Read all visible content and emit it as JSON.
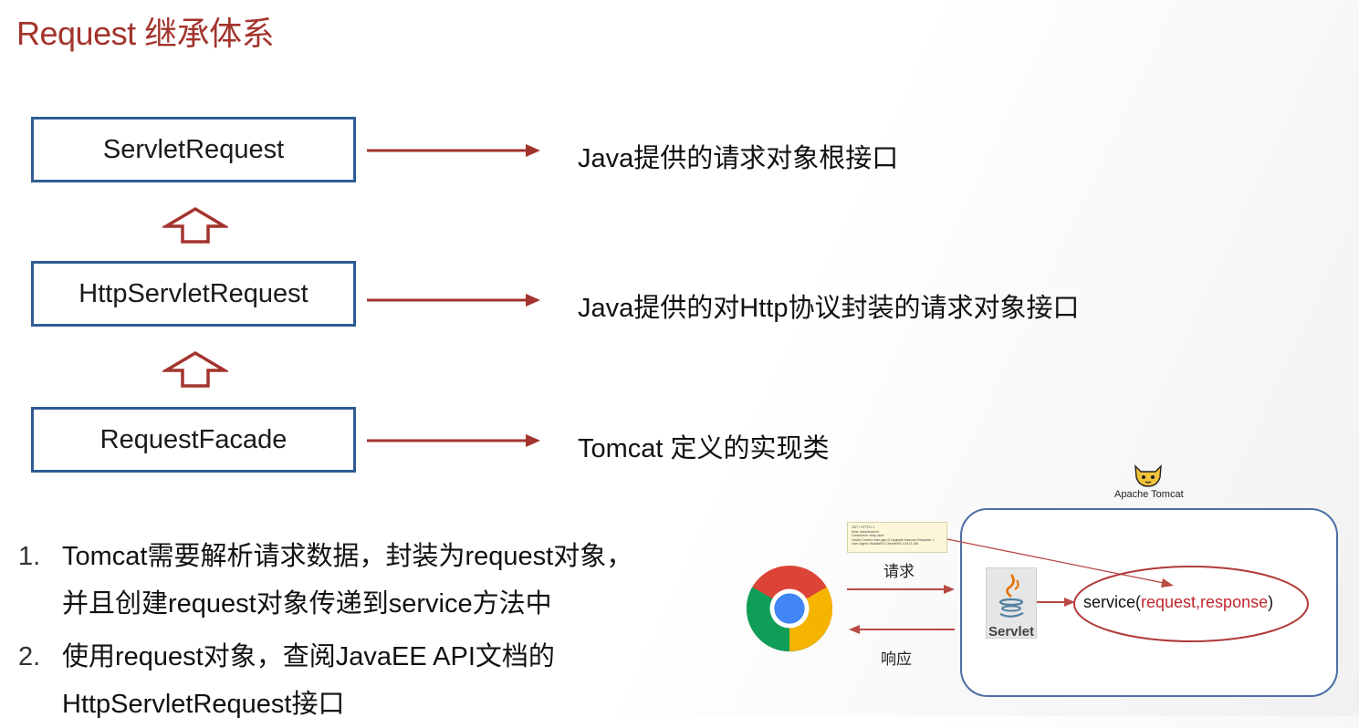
{
  "title": "Request 继承体系",
  "hierarchy": [
    {
      "name": "ServletRequest",
      "description": "Java提供的请求对象根接口"
    },
    {
      "name": "HttpServletRequest",
      "description": "Java提供的对Http协议封装的请求对象接口"
    },
    {
      "name": "RequestFacade",
      "description": "Tomcat 定义的实现类"
    }
  ],
  "steps": [
    {
      "num": "1.",
      "text": "Tomcat需要解析请求数据，封装为request对象，\n并且创建request对象传递到service方法中"
    },
    {
      "num": "2.",
      "text": "使用request对象，查阅JavaEE API文档的\nHttpServletRequest接口"
    }
  ],
  "flow": {
    "container_label": "Apache Tomcat",
    "request_label": "请求",
    "response_label": "响应",
    "servlet_label": "Servlet",
    "service_prefix": "service(",
    "service_args": "request,response",
    "service_suffix": ")",
    "request_note_lines": [
      "GET / HTTP/1.1",
      "Host: www.itcast.cn",
      "Connection: keep-alive",
      "Cache-Control: max-age=0 Upgrade-Insecure-Requests: 1",
      "User-Agent: Mozilla/5.0 Chrome/91.0.4472.106"
    ]
  },
  "colors": {
    "title": "#a3342d",
    "box_border": "#2e5c93",
    "arrow": "#a3342d",
    "container_border": "#4a6fa5",
    "highlight": "#c0272d"
  },
  "icons": [
    "cursor-icon",
    "chrome-icon",
    "java-icon",
    "tomcat-icon"
  ]
}
